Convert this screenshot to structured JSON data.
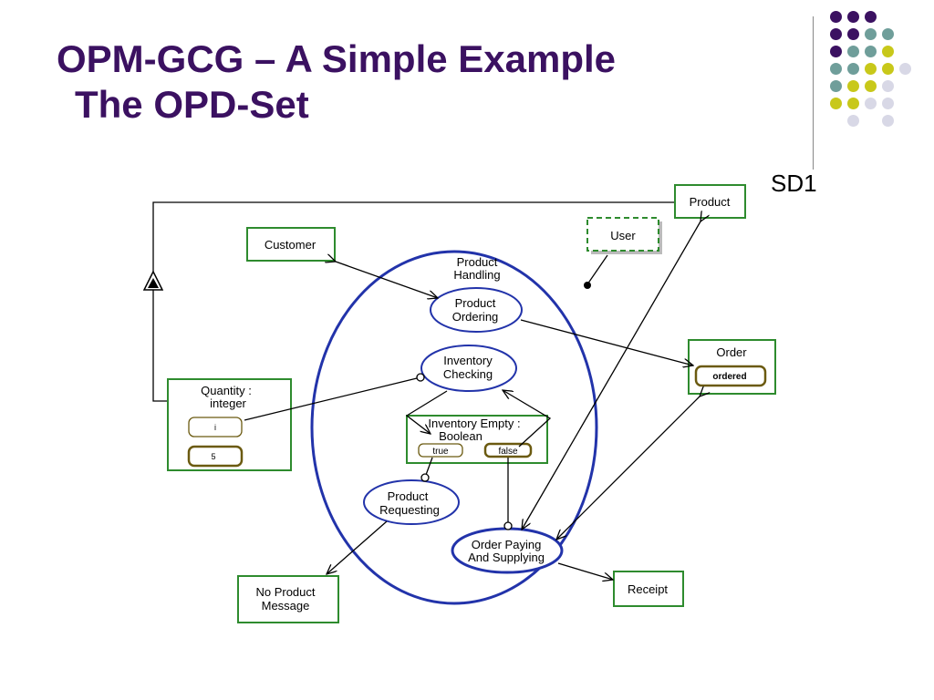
{
  "slide": {
    "title_line1": "OPM-GCG – A Simple Example",
    "title_line2": "The OPD-Set",
    "diagram_label": "SD1"
  },
  "colors": {
    "title": "#3b1161",
    "object_border": "#2e8b2e",
    "process_border": "#2233aa",
    "state_border": "#6b5a10",
    "dots": [
      "#3b1161",
      "#6f9e9a",
      "#c8c81a",
      "#d8d8e6"
    ]
  },
  "diagram": {
    "system_process": {
      "line1": "Product",
      "line2": "Handling"
    },
    "objects": {
      "product": "Product",
      "customer": "Customer",
      "user": "User",
      "order": "Order",
      "order_state": "ordered",
      "quantity_line1": "Quantity :",
      "quantity_line2": "integer",
      "quantity_state1": "i",
      "quantity_state2": "5",
      "inventory_empty_line1": "Inventory Empty :",
      "inventory_empty_line2": "Boolean",
      "state_true": "true",
      "state_false": "false",
      "no_product_line1": "No Product",
      "no_product_line2": "Message",
      "receipt": "Receipt"
    },
    "processes": {
      "product_ordering_line1": "Product",
      "product_ordering_line2": "Ordering",
      "inventory_checking_line1": "Inventory",
      "inventory_checking_line2": "Checking",
      "product_requesting_line1": "Product",
      "product_requesting_line2": "Requesting",
      "order_paying_line1": "Order Paying",
      "order_paying_line2": "And Supplying"
    }
  }
}
